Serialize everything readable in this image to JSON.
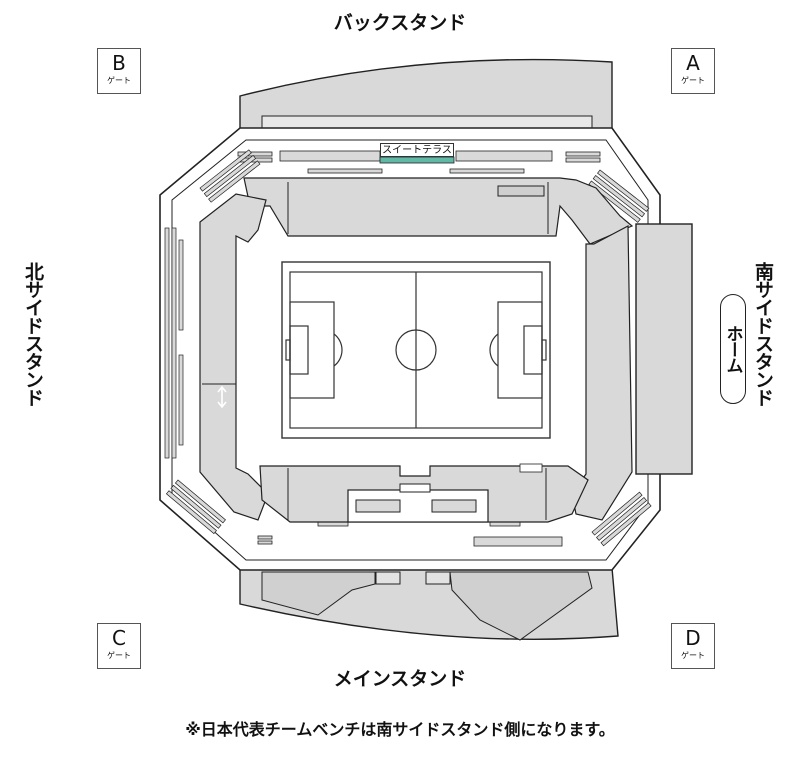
{
  "stands": {
    "back": "バックスタンド",
    "main": "メインスタンド",
    "north": "北サイドスタンド",
    "south": "南サイドスタンド",
    "home": "ホーム"
  },
  "gates": [
    {
      "letter": "A",
      "word": "ゲート"
    },
    {
      "letter": "B",
      "word": "ゲート"
    },
    {
      "letter": "C",
      "word": "ゲート"
    },
    {
      "letter": "D",
      "word": "ゲート"
    }
  ],
  "suite_terrace": "スイートテラス",
  "note": "※日本代表チームベンチは南サイドスタンド側になります。",
  "colors": {
    "seat": "#d9d9d9",
    "line": "#222222",
    "suite": "#5fb9a6",
    "pitch_line": "#333333"
  },
  "icons": {
    "passage": "up-down-arrow-icon"
  }
}
